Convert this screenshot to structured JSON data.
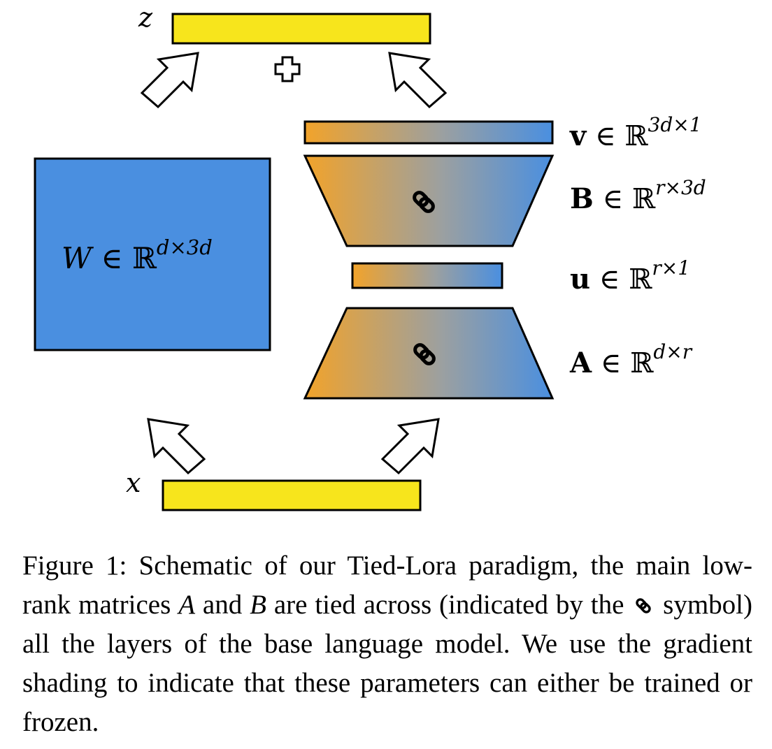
{
  "diagram": {
    "nodes": {
      "z": {
        "label": "z",
        "fill": "#f7e51c"
      },
      "x": {
        "label": "x",
        "fill": "#f7e51c"
      },
      "W": {
        "label": "W ∈ ℝ",
        "sup": "d×3d",
        "fill": "#4a8fe0"
      },
      "v": {
        "label_bold": "v",
        "label_rest": " ∈ ℝ",
        "sup": "3d×1"
      },
      "B": {
        "label_bold": "B",
        "label_rest": " ∈ ℝ",
        "sup": "r×3d"
      },
      "u": {
        "label_bold": "u",
        "label_rest": " ∈ ℝ",
        "sup": "r×1"
      },
      "A": {
        "label_bold": "A",
        "label_rest": " ∈ ℝ",
        "sup": "d×r"
      }
    },
    "gradient": {
      "start": "#f2a32a",
      "mid": "#9ca0a0",
      "end": "#4a8fe0"
    },
    "icons": [
      "plus-icon",
      "link-icon",
      "arrow-icon"
    ]
  },
  "caption": {
    "p1": "Figure 1: Schematic of our Tied-Lora paradigm, the main low-rank matrices ",
    "A": "A",
    "p2": " and ",
    "B": "B",
    "p3": " are tied across (indicated by the ",
    "p4": " symbol) all the layers of the base language model. We use the gradient shading to indicate that these parameters can either be trained or frozen."
  }
}
